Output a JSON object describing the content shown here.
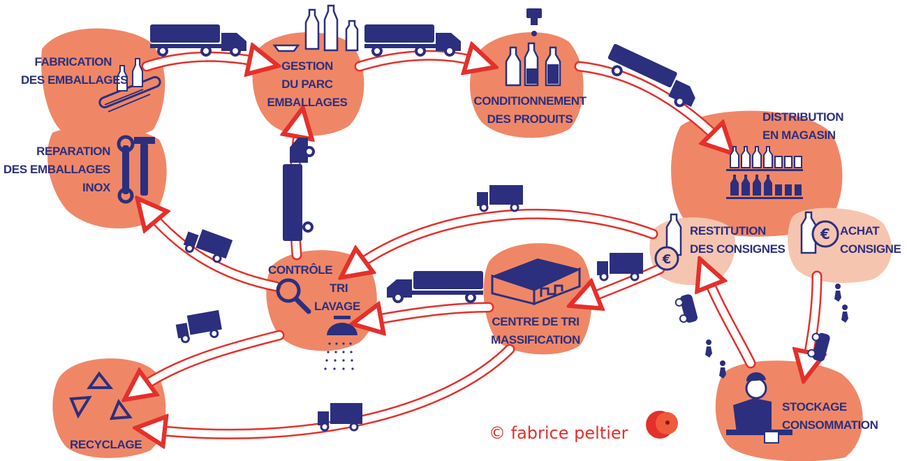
{
  "colors": {
    "blob": "#ef8767",
    "blob_light": "#f6c5b0",
    "arrow_outline": "#e4302b",
    "icon": "#2b2f7e",
    "credit": "#e4302b"
  },
  "nodes": {
    "fabrication": [
      "Fabrication",
      "des emballages"
    ],
    "reparation": [
      "Reparation",
      "des emballages",
      "inox"
    ],
    "gestion": [
      "Gestion",
      "du parc",
      "emballages"
    ],
    "conditionnement": [
      "Conditionnement",
      "des produits"
    ],
    "distribution": [
      "Distribution",
      "en magasin"
    ],
    "restitution": [
      "Restitution",
      "des consignes"
    ],
    "achat": [
      "Achat",
      "consigne"
    ],
    "controle": [
      "Contrôle",
      "tri",
      "lavage"
    ],
    "centre": [
      "Centre de tri",
      "massification"
    ],
    "recyclage": [
      "Recyclage"
    ],
    "stockage": [
      "Stockage",
      "consommation"
    ]
  },
  "icons": [
    "bottle-icon",
    "conveyor-belt-icon",
    "wrench-hammer-icon",
    "truck-icon",
    "tanker-truck-icon",
    "dispenser-icon",
    "store-shelf-icon",
    "euro-coin-icon",
    "magnifier-icon",
    "shower-icon",
    "warehouse-icon",
    "recycle-icon",
    "person-icon",
    "car-icon",
    "walker-icon",
    "logo-disc-icon"
  ],
  "credit": "© fabrice peltier"
}
